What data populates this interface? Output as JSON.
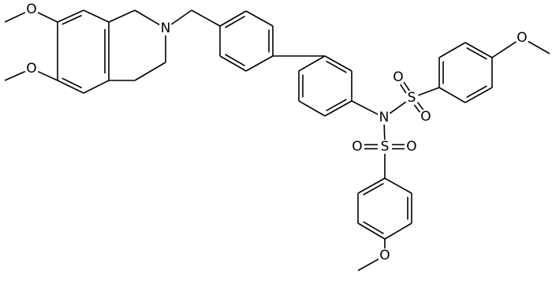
{
  "colors": {
    "bond": "#000000",
    "label": "#000000",
    "background": "#ffffff"
  },
  "atoms": [
    {
      "id": "a1",
      "label": "O"
    },
    {
      "id": "a2",
      "label": "O"
    },
    {
      "id": "a3",
      "label": "N"
    },
    {
      "id": "a4",
      "label": "N"
    },
    {
      "id": "a5",
      "label": "S"
    },
    {
      "id": "a6",
      "label": "O"
    },
    {
      "id": "a7",
      "label": "O"
    },
    {
      "id": "a8",
      "label": "O"
    },
    {
      "id": "a9",
      "label": "S"
    },
    {
      "id": "a10",
      "label": "O"
    },
    {
      "id": "a11",
      "label": "O"
    },
    {
      "id": "a12",
      "label": "O"
    }
  ]
}
